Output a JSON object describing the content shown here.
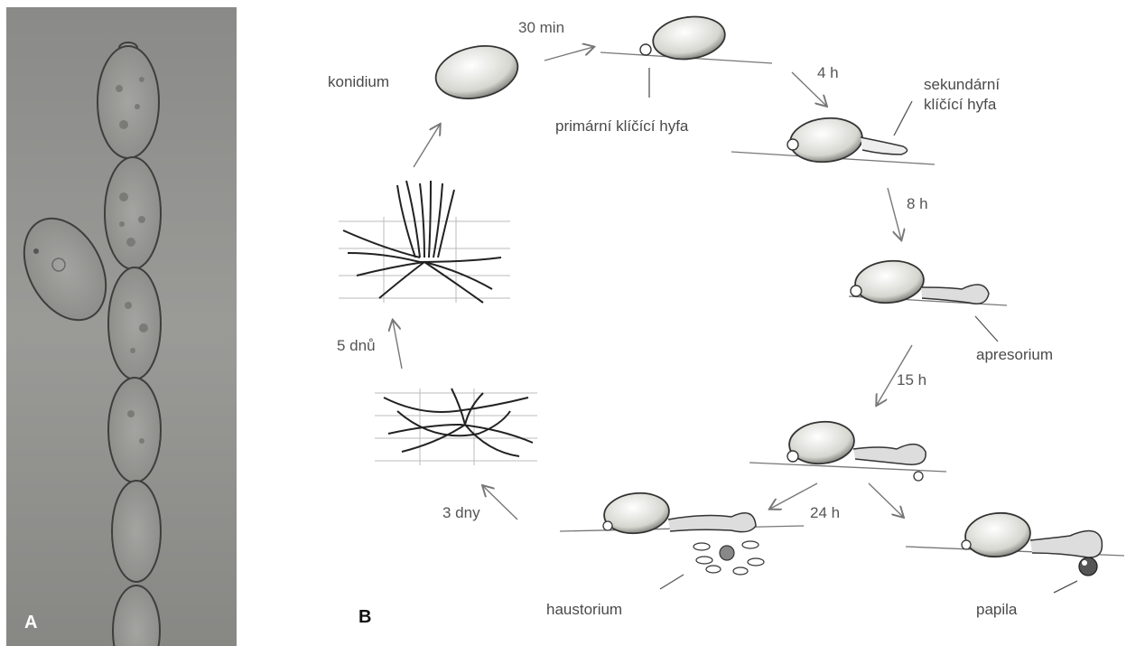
{
  "panel_a": {
    "letter": "A"
  },
  "panel_b": {
    "letter": "B",
    "stages": {
      "konidium": "konidium",
      "primary_hypha": "primární klíčící hyfa",
      "secondary_hypha": "sekundární\nklíčící hyfa",
      "apresorium": "apresorium",
      "haustorium": "haustorium",
      "papila": "papila"
    },
    "times": {
      "t30min": "30 min",
      "t4h": "4 h",
      "t8h": "8 h",
      "t15h": "15 h",
      "t24h": "24 h",
      "t3dny": "3 dny",
      "t5dnu": "5 dnů"
    }
  }
}
